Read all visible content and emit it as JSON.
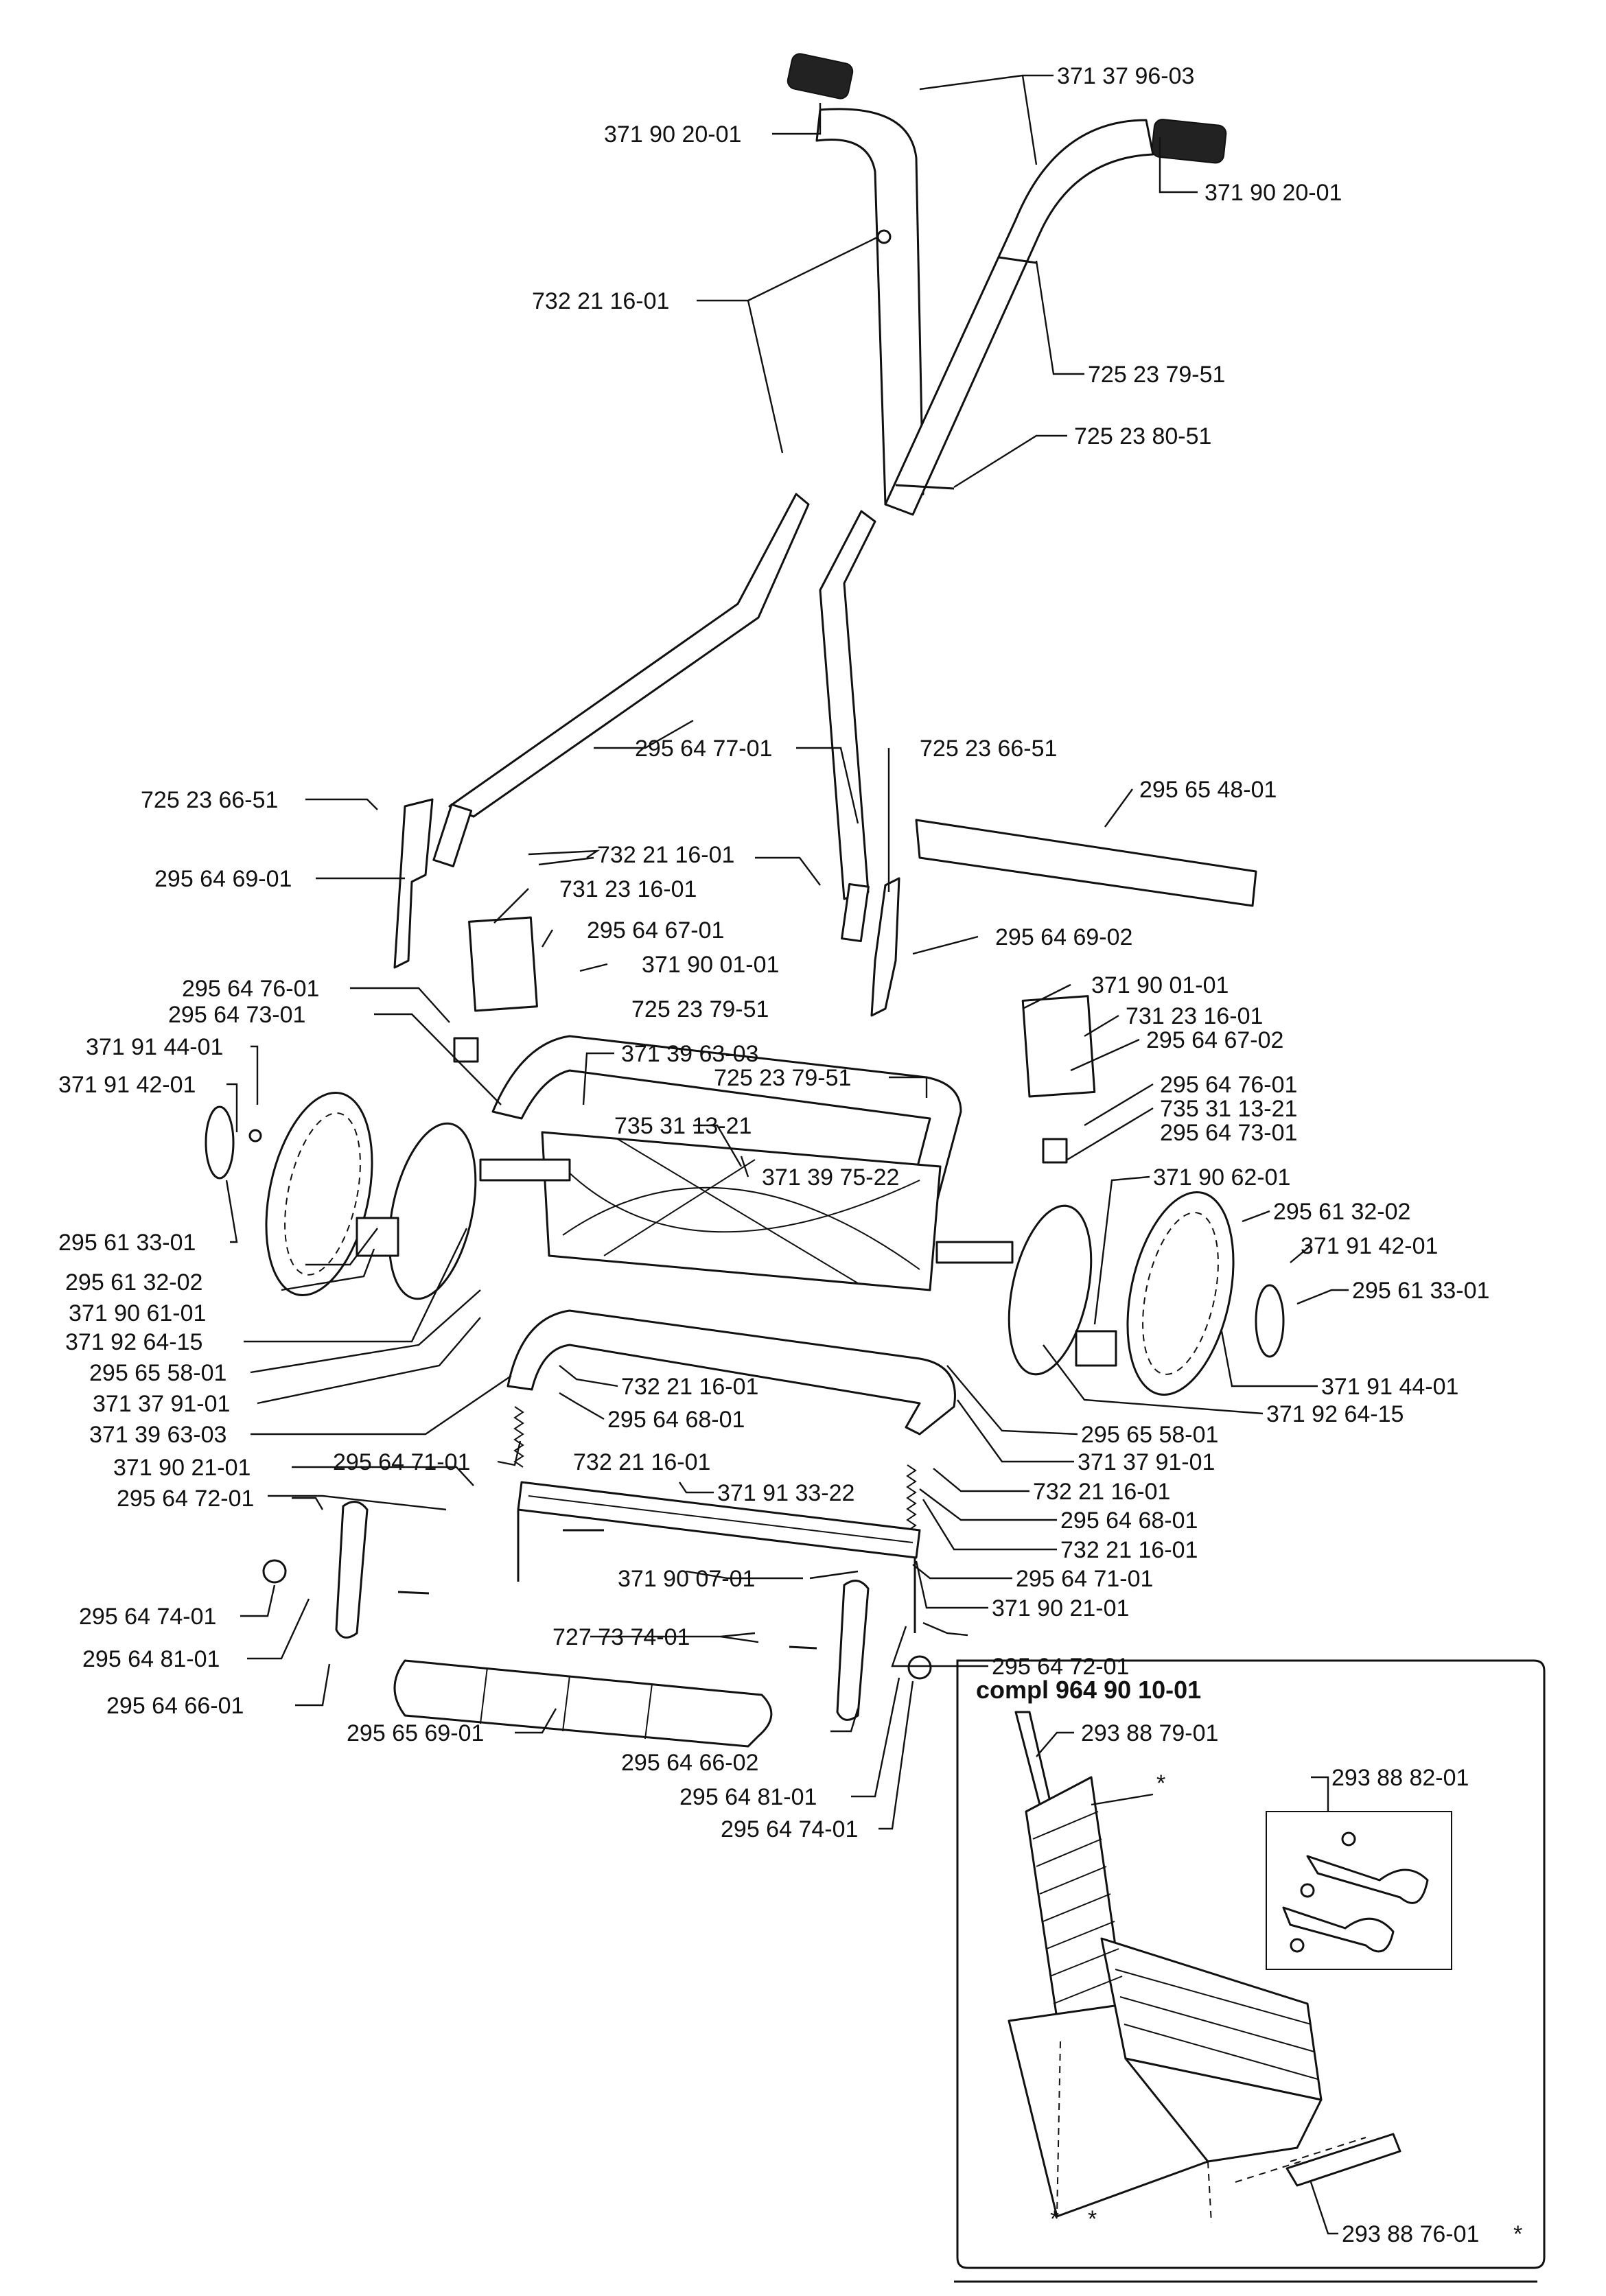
{
  "labels": {
    "l01": "371 37 96-03",
    "l02": "371 90 20-01",
    "l03": "371 90 20-01",
    "l04": "732 21 16-01",
    "l05": "725 23 79-51",
    "l06": "725 23 80-51",
    "l07": "295 64 77-01",
    "l08": "725 23 66-51",
    "l09": "725 23 66-51",
    "l10": "295 65 48-01",
    "l11": "732 21 16-01",
    "l12": "295 64 69-01",
    "l13": "731 23 16-01",
    "l14": "295 64 67-01",
    "l15": "295 64 69-02",
    "l16": "371 90 01-01",
    "l17": "371 90 01-01",
    "l18": "295 64 76-01",
    "l19": "731 23 16-01",
    "l20": "295 64 73-01",
    "l21": "725 23 79-51",
    "l22": "295 64 67-02",
    "l23": "371 91 44-01",
    "l24": "371 39 63-03",
    "l25": "371 91 42-01",
    "l26": "725 23 79-51",
    "l27": "295 64 76-01",
    "l28": "735 31 13-21",
    "l29": "735 31 13-21",
    "l30": "295 64 73-01",
    "l31": "371 39 75-22",
    "l32": "371 90 62-01",
    "l33": "295 61 33-01",
    "l34": "295 61 32-02",
    "l35": "295 61 32-02",
    "l36": "371 91 42-01",
    "l37": "371 90 61-01",
    "l38": "295 61 33-01",
    "l39": "371 92 64-15",
    "l40": "295 65 58-01",
    "l41": "371 91 44-01",
    "l42": "371 37 91-01",
    "l43": "732 21 16-01",
    "l44": "371 92 64-15",
    "l45": "371 39 63-03",
    "l46": "295 64 68-01",
    "l47": "295 65 58-01",
    "l48": "295 64 71-01",
    "l49": "732 21 16-01",
    "l50": "371 37 91-01",
    "l51": "371 90 21-01",
    "l52": "371 91 33-22",
    "l53": "732 21 16-01",
    "l54": "295 64 72-01",
    "l55": "295 64 68-01",
    "l56": "732 21 16-01",
    "l57": "371 90 07-01",
    "l58": "295 64 71-01",
    "l59": "295 64 74-01",
    "l60": "371 90 21-01",
    "l61": "727 73 74-01",
    "l62": "295 64 72-01",
    "l63": "295 64 81-01",
    "l64": "295 64 66-01",
    "l65": "295 65 69-01",
    "l66": "295 64 66-02",
    "l67": "295 64 81-01",
    "l68": "295 64 74-01"
  },
  "inset": {
    "title": "compl 964 90 10-01",
    "a": "293 88 79-01",
    "b": "293 88 82-01",
    "c": "293 88 76-01",
    "asterisk": "*"
  }
}
